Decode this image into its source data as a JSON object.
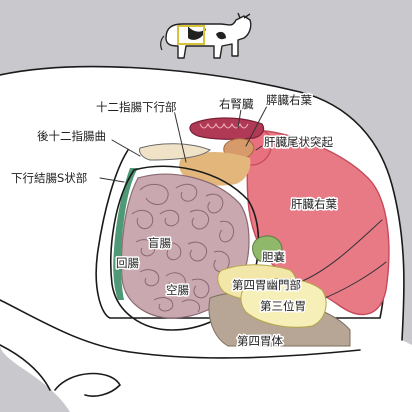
{
  "colors": {
    "body_outline": "#c9c8cd",
    "liver": "#e87a86",
    "intestine": "#c9a8b0",
    "kidney": "#b03a55",
    "fat": "#e3b77c",
    "abomasum_body": "#b7a695",
    "pylorus": "#f2e6a8",
    "omasum": "#f6efb7",
    "gallbladder": "#8fb86a",
    "colon": "#4f9a76"
  },
  "icons": {
    "cow": "cow-icon"
  },
  "labels": {
    "duodenum_descending": "十二指腸下行部",
    "right_kidney": "右腎臓",
    "pancreas_right_lobe": "膵臓右葉",
    "caudate_process": "肝臓尾状突起",
    "caudal_flexure": "後十二指腸曲",
    "sigmoid_colon": "下行結腸S状部",
    "liver_right_lobe": "肝臓右葉",
    "cecum": "盲腸",
    "ileum": "回腸",
    "gallbladder": "胆嚢",
    "jejunum": "空腸",
    "abomasum_pylorus": "第四胃幽門部",
    "omasum": "第三位胃",
    "abomasum_body": "第四胃体"
  }
}
